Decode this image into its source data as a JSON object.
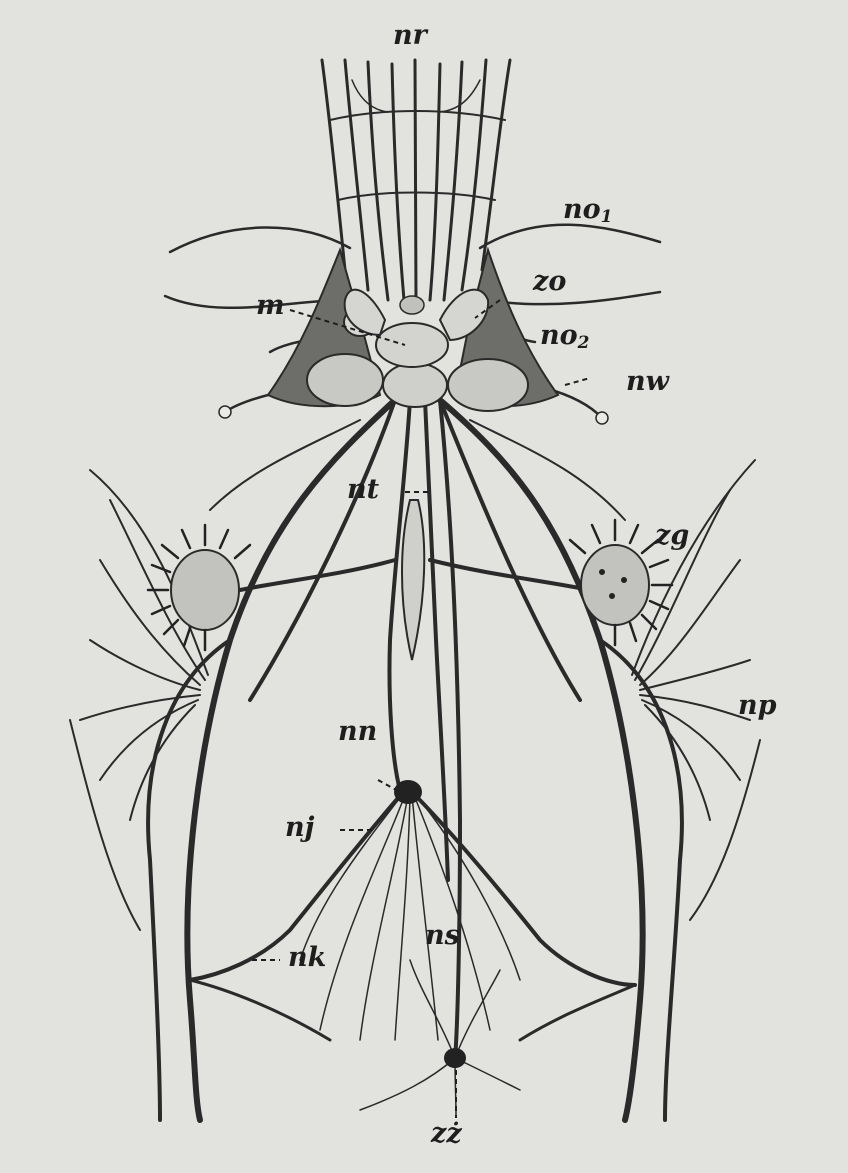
{
  "figure": {
    "labels": {
      "nr": "nr",
      "no1_base": "no",
      "no1_sub": "1",
      "zo": "zo",
      "m": "m",
      "no2_base": "no",
      "no2_sub": "2",
      "nw": "nw",
      "nt": "nt",
      "zg": "zg",
      "np": "np",
      "nn": "nn",
      "nj": "nj",
      "nk": "nk",
      "ns": "ns",
      "zz": "zż"
    },
    "colors": {
      "background": "#e2e2df",
      "ink": "#1e1e1e",
      "tissue": "#bdbdba",
      "ganglion": "#7a7a77"
    }
  }
}
